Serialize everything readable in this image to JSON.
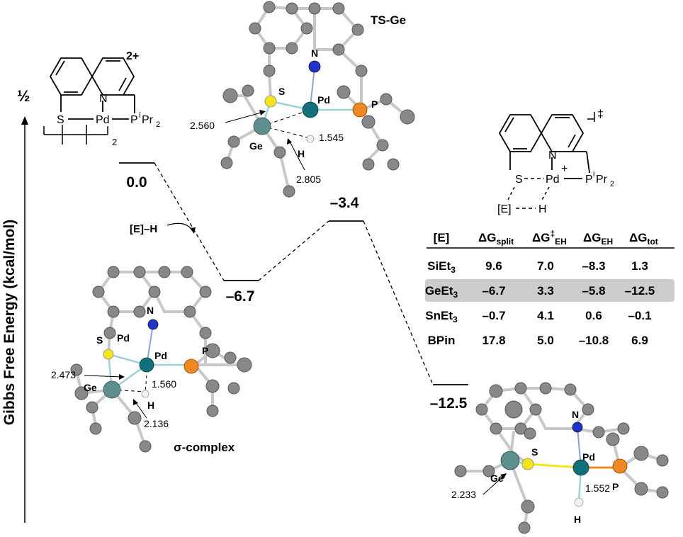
{
  "axis": {
    "label": "Gibbs Free Energy (kcal/mol)"
  },
  "half_label": "½",
  "levels": [
    {
      "value": "0.0"
    },
    {
      "value": "–6.7"
    },
    {
      "value": "–3.4"
    },
    {
      "value": "–12.5"
    }
  ],
  "reagent_label": "[E]–H",
  "ts_label": "TS-Ge",
  "sigma_label": "σ-complex",
  "dimer": {
    "charge": "2+",
    "atoms": {
      "N": "N",
      "S": "S",
      "Pd": "Pd",
      "P": "P",
      "iPr2": "Pr",
      "sup_i": "i",
      "sub_2": "2"
    },
    "subscript": "2"
  },
  "ts_struct": {
    "charge": "‡",
    "plus": "+",
    "atoms": {
      "N": "N",
      "S": "S",
      "Pd": "Pd",
      "P": "P",
      "E": "[E]",
      "H": "H"
    }
  },
  "ts_geom": {
    "labels": {
      "N": "N",
      "S": "S",
      "Pd": "Pd",
      "P": "P",
      "Ge": "Ge",
      "H": "H"
    },
    "distances": [
      "2.560",
      "1.545",
      "2.805"
    ]
  },
  "sigma_geom": {
    "labels": {
      "N": "N",
      "S": "S",
      "Pd": "Pd",
      "Pd2": "Pd",
      "P": "P",
      "Ge": "Ge",
      "H": "H"
    },
    "distances": [
      "2.473",
      "1.560",
      "2.136"
    ]
  },
  "product_geom": {
    "labels": {
      "N": "N",
      "S": "S",
      "Pd": "Pd",
      "P": "P",
      "Ge": "Ge",
      "H": "H"
    },
    "distances": [
      "2.233",
      "1.552"
    ]
  },
  "table": {
    "headers": [
      "[E]",
      "ΔG",
      "ΔG",
      "ΔG",
      "ΔG"
    ],
    "header_subs": [
      "",
      "split",
      "EH",
      "EH",
      "tot"
    ],
    "header_sup": "‡",
    "rows": [
      {
        "E": "SiEt",
        "sub": "3",
        "values": [
          "9.6",
          "7.0",
          "–8.3",
          "1.3"
        ]
      },
      {
        "E": "GeEt",
        "sub": "3",
        "values": [
          "–6.7",
          "3.3",
          "–5.8",
          "–12.5"
        ]
      },
      {
        "E": "SnEt",
        "sub": "3",
        "values": [
          "–0.7",
          "4.1",
          "0.6",
          "–0.1"
        ]
      },
      {
        "E": "BPin",
        "sub": "",
        "values": [
          "17.8",
          "5.0",
          "–10.8",
          "6.9"
        ]
      }
    ],
    "highlight_color": "#cccccc"
  },
  "colors": {
    "carbon": "#888888",
    "nitrogen": "#2233cc",
    "sulfur": "#f2e61a",
    "palladium": "#11707a",
    "phosphorus": "#ee8822",
    "germanium": "#5f8e8e",
    "hydrogen": "#f2f2f2"
  }
}
